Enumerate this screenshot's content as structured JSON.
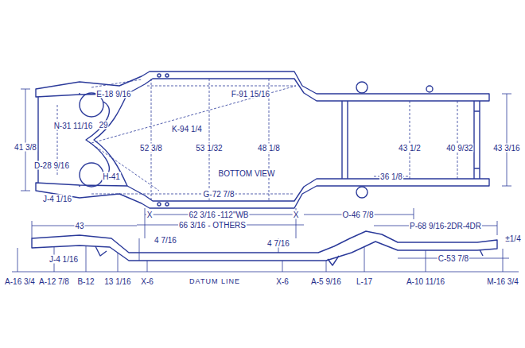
{
  "diagram": {
    "labels": [
      "E-18 9/16",
      "F-91 15/16",
      "K-94 1/4",
      "N-31 11/16",
      "29",
      "41 3/8",
      "D-28 9/16",
      "52 3/8",
      "53 1/32",
      "48 1/8",
      "BOTTOM VIEW",
      "H-41",
      "43 1/2",
      "40 9/32",
      "43 3/16",
      "36 1/8",
      "J-4 1/16",
      "G-72 7/8",
      "X",
      "X",
      "62 3/16 -112\"WB",
      "66 3/16 - OTHERS",
      "O-46 7/8",
      "43",
      "4 7/16",
      "4 7/16",
      "P-68 9/16-2DR-4DR",
      "±1/4",
      "J-4 1/16",
      "C-53 7/8",
      "A-16 3/4",
      "A-12 7/8",
      "B-12",
      "13 1/16",
      "X-6",
      "DATUM LINE",
      "X-6",
      "A-5 9/16",
      "L-17",
      "A-10 11/16",
      "M-16 3/4"
    ]
  }
}
